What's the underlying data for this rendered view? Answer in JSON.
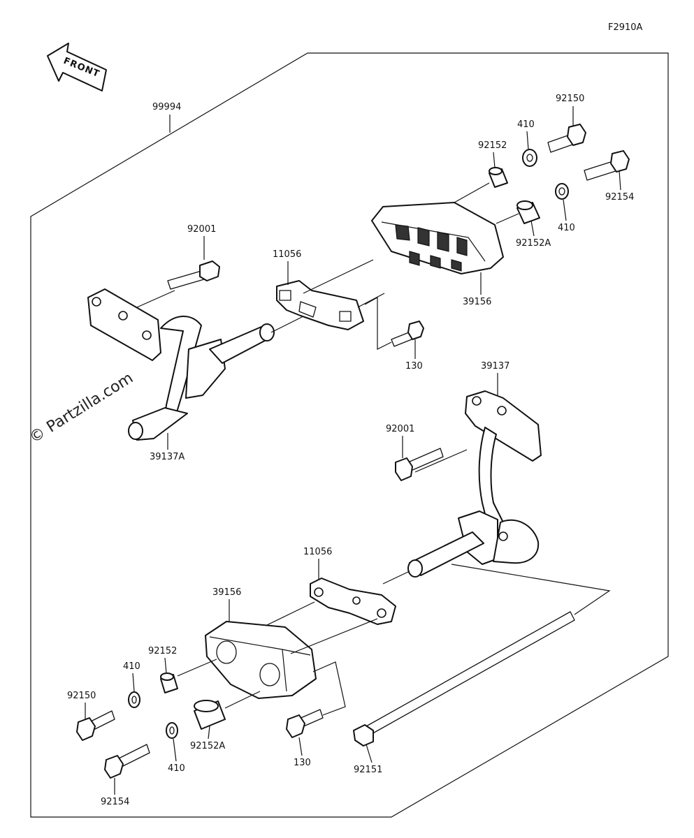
{
  "diagram": {
    "code": "F2910A",
    "front_label": "FRONT",
    "watermark": "© Partzilla.com",
    "labels": {
      "kit": "99994",
      "bolt_92150_top": "92150",
      "washer_410_top_a": "410",
      "collar_92152_top": "92152",
      "bolt_92154_top": "92154",
      "washer_410_top_b": "410",
      "collar_92152A_top": "92152A",
      "slider_39156_top": "39156",
      "bolt_92001_left": "92001",
      "bracket_11056_top": "11056",
      "bolt_130_top": "130",
      "frame_39137A": "39137A",
      "frame_39137": "39137",
      "bolt_92001_right": "92001",
      "bracket_11056_bottom": "11056",
      "slider_39156_bottom": "39156",
      "collar_92152_bottom": "92152",
      "washer_410_bottom_a": "410",
      "bolt_92150_bottom": "92150",
      "washer_410_bottom_b": "410",
      "collar_92152A_bottom": "92152A",
      "bolt_130_bottom": "130",
      "bolt_92154_bottom": "92154",
      "bolt_92151": "92151"
    }
  }
}
